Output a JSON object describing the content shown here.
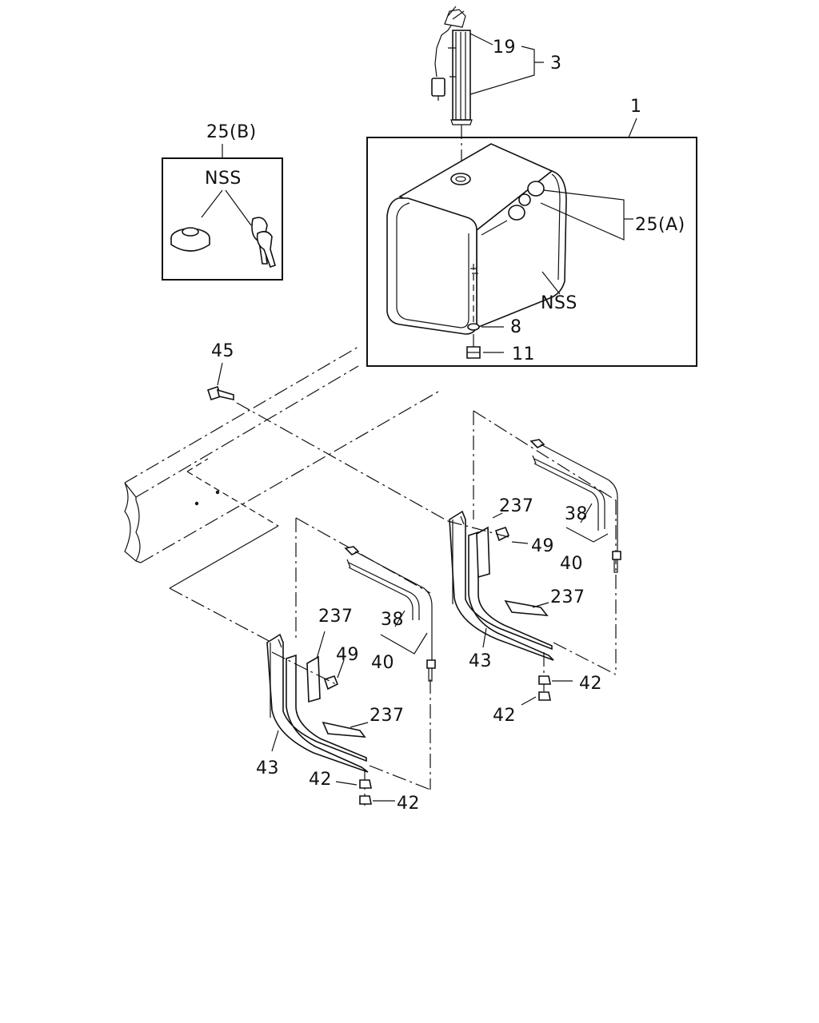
{
  "labels": {
    "l19": "19",
    "l3": "3",
    "l1": "1",
    "l25b": "25(B)",
    "lnss_cap": "NSS",
    "l25a": "25(A)",
    "lnss_tank": "NSS",
    "l8": "8",
    "l11": "11",
    "l45": "45",
    "l237_r1": "237",
    "l38_r": "38",
    "l49_r": "49",
    "l40_r": "40",
    "l237_r2": "237",
    "l43_r": "43",
    "l42_r1": "42",
    "l42_r2": "42",
    "l237_l1": "237",
    "l38_l": "38",
    "l49_l": "49",
    "l40_l": "40",
    "l237_l2": "237",
    "l43_l": "43",
    "l42_l1": "42",
    "l42_l2": "42"
  }
}
